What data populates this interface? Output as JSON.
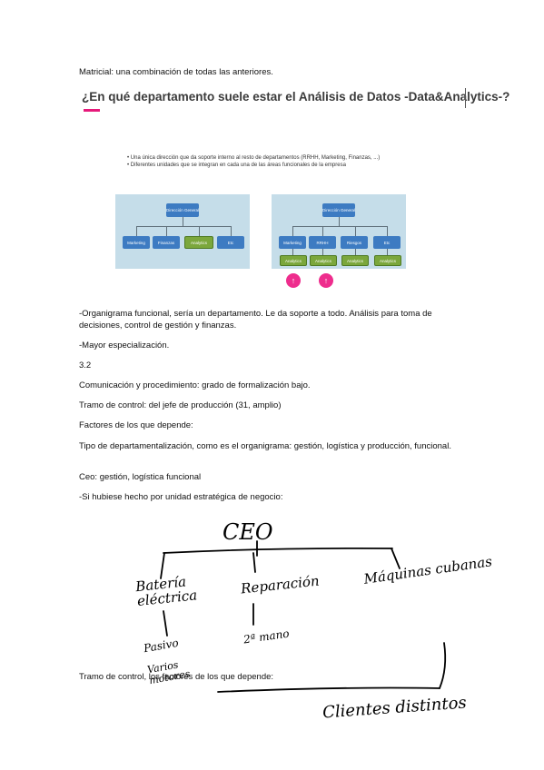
{
  "intro_line": "Matricial: una combinación de todas las anteriores.",
  "slide": {
    "heading": "¿En qué departamento suele estar el Análisis de Datos -Data&Analytics-?",
    "bullets": [
      "Una única dirección que da soporte interno al resto de departamentos (RRHH, Marketing, Finanzas, ...)",
      "Diferentes unidades que se integran en cada una de las áreas funcionales de la empresa"
    ],
    "left_chart": {
      "top": "Dirección General",
      "children": [
        "Marketing",
        "Finanzas",
        "Analytics",
        "Etc"
      ]
    },
    "right_chart": {
      "top": "Dirección General",
      "children": [
        "Marketing",
        "RRHH",
        "Riesgos",
        "Etc"
      ],
      "analytics": [
        "Analytics",
        "Analytics",
        "Analytics",
        "Analytics"
      ]
    },
    "arrow_glyph": "↑"
  },
  "paragraphs": [
    "-Organigrama funcional, sería un departamento. Le da soporte a todo. Análisis para toma de decisiones, control de gestión y finanzas.",
    "-Mayor especialización.",
    "3.2",
    "Comunicación y procedimiento: grado de formalización bajo.",
    "Tramo de control: del jefe de producción (31, amplio)",
    "Factores de los que depende:",
    "Tipo de departamentalización, como es el organigrama: gestión, logística y producción, funcional.",
    "Ceo: gestión, logística funcional",
    "-Si hubiese hecho por unidad estratégica de negocio:"
  ],
  "handwriting": {
    "ceo": "CEO",
    "branch1": "Batería eléctrica",
    "branch2": "Reparación",
    "branch3": "Máquinas cubanas",
    "sub1a": "Pasivo",
    "sub1b": "Varios motores",
    "sub2": "2ª mano",
    "clients": "Clientes distintos"
  },
  "bottom_line": "Tramo de control, los factores de los que depende:"
}
